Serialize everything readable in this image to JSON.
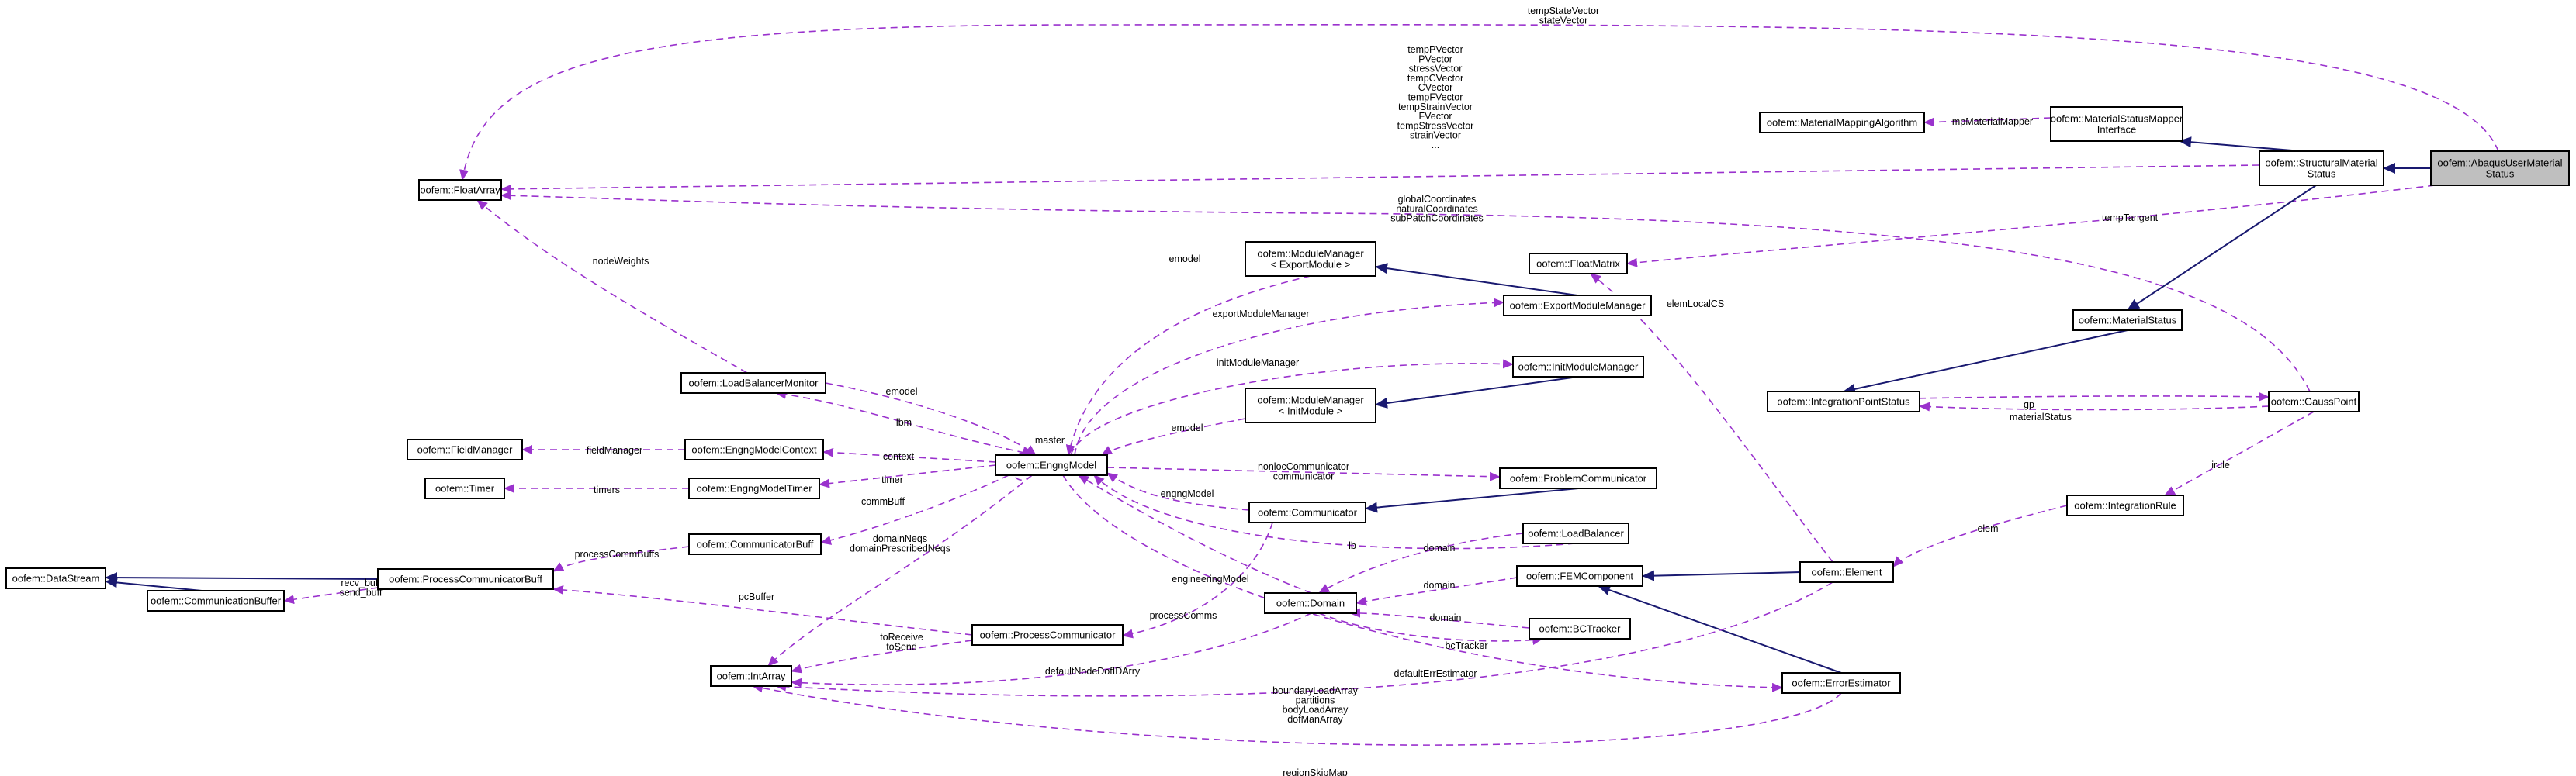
{
  "colors": {
    "usage_edge": "#9a32cd",
    "inheritance_edge": "#191970",
    "node_border": "#000000",
    "selected_node_fill": "#bfbfbf"
  },
  "nodes": {
    "abaqus": {
      "lines": [
        "oofem::AbaqusUserMaterial",
        "Status"
      ],
      "selected": true
    },
    "structural_status": {
      "lines": [
        "oofem::StructuralMaterial",
        "Status"
      ]
    },
    "msm_interface": {
      "lines": [
        "oofem::MaterialStatusMapper",
        "Interface"
      ]
    },
    "material_mapping": {
      "lines": [
        "oofem::MaterialMappingAlgorithm"
      ]
    },
    "float_array": {
      "lines": [
        "oofem::FloatArray"
      ]
    },
    "float_matrix": {
      "lines": [
        "oofem::FloatMatrix"
      ]
    },
    "material_status": {
      "lines": [
        "oofem::MaterialStatus"
      ]
    },
    "ip_status": {
      "lines": [
        "oofem::IntegrationPointStatus"
      ]
    },
    "gauss_point": {
      "lines": [
        "oofem::GaussPoint"
      ]
    },
    "integration_rule": {
      "lines": [
        "oofem::IntegrationRule"
      ]
    },
    "element": {
      "lines": [
        "oofem::Element"
      ]
    },
    "fem_component": {
      "lines": [
        "oofem::FEMComponent"
      ]
    },
    "error_estimator": {
      "lines": [
        "oofem::ErrorEstimator"
      ]
    },
    "bc_tracker": {
      "lines": [
        "oofem::BCTracker"
      ]
    },
    "domain": {
      "lines": [
        "oofem::Domain"
      ]
    },
    "load_balancer": {
      "lines": [
        "oofem::LoadBalancer"
      ]
    },
    "problem_comm": {
      "lines": [
        "oofem::ProblemCommunicator"
      ]
    },
    "communicator": {
      "lines": [
        "oofem::Communicator"
      ]
    },
    "process_comm": {
      "lines": [
        "oofem::ProcessCommunicator"
      ]
    },
    "int_array": {
      "lines": [
        "oofem::IntArray"
      ]
    },
    "engng_model": {
      "lines": [
        "oofem::EngngModel"
      ]
    },
    "module_mgr_export": {
      "lines": [
        "oofem::ModuleManager",
        "< ExportModule >"
      ]
    },
    "export_module_mgr": {
      "lines": [
        "oofem::ExportModuleManager"
      ]
    },
    "init_module_mgr": {
      "lines": [
        "oofem::InitModuleManager"
      ]
    },
    "module_mgr_init": {
      "lines": [
        "oofem::ModuleManager",
        "< InitModule >"
      ]
    },
    "load_balancer_monitor": {
      "lines": [
        "oofem::LoadBalancerMonitor"
      ]
    },
    "engng_model_context": {
      "lines": [
        "oofem::EngngModelContext"
      ]
    },
    "field_manager": {
      "lines": [
        "oofem::FieldManager"
      ]
    },
    "engng_model_timer": {
      "lines": [
        "oofem::EngngModelTimer"
      ]
    },
    "timer": {
      "lines": [
        "oofem::Timer"
      ]
    },
    "communicator_buff": {
      "lines": [
        "oofem::CommunicatorBuff"
      ]
    },
    "process_comm_buff": {
      "lines": [
        "oofem::ProcessCommunicatorBuff"
      ]
    },
    "data_stream": {
      "lines": [
        "oofem::DataStream"
      ]
    },
    "communication_buffer": {
      "lines": [
        "oofem::CommunicationBuffer"
      ]
    }
  },
  "edge_labels": {
    "temp_state_vector": [
      "tempStateVector",
      "stateVector"
    ],
    "structural_vectors": [
      "tempPVector",
      "PVector",
      "stressVector",
      "tempCVector",
      "CVector",
      "tempFVector",
      "tempStrainVector",
      "FVector",
      "tempStressVector",
      "strainVector",
      "..."
    ],
    "mp_material_mapper": [
      "mpMaterialMapper"
    ],
    "gauss_coords": [
      "globalCoordinates",
      "naturalCoordinates",
      "subPatchCoordinates"
    ],
    "temp_tangent": [
      "tempTangent"
    ],
    "node_weights": [
      "nodeWeights"
    ],
    "elem_local_cs": [
      "elemLocalCS"
    ],
    "emodel_export": [
      "emodel"
    ],
    "export_module_manager": [
      "exportModuleManager"
    ],
    "init_module_manager": [
      "initModuleManager"
    ],
    "emodel_init": [
      "emodel"
    ],
    "emodel_lbm": [
      "emodel"
    ],
    "lbm": [
      "lbm"
    ],
    "master": [
      "master"
    ],
    "gp": [
      "gp"
    ],
    "material_status": [
      "materialStatus"
    ],
    "irule": [
      "irule"
    ],
    "field_manager": [
      "fieldManager"
    ],
    "context": [
      "context"
    ],
    "timers": [
      "timers"
    ],
    "timer": [
      "timer"
    ],
    "nonloc_comm": [
      "nonlocCommunicator",
      "communicator"
    ],
    "engng_model": [
      "engngModel"
    ],
    "comm_buff": [
      "commBuff"
    ],
    "lb": [
      "lb"
    ],
    "process_comm_buffs": [
      "processCommBuffs"
    ],
    "recv_send_buff": [
      "recv_buff",
      "send_buff"
    ],
    "domain_neqs": [
      "domainNeqs",
      "domainPrescribedNeqs"
    ],
    "domain_lb": [
      "domain"
    ],
    "domain_fem": [
      "domain"
    ],
    "domain_bc": [
      "domain"
    ],
    "engineering_model": [
      "engineeringModel"
    ],
    "pc_buffer": [
      "pcBuffer"
    ],
    "elem": [
      "elem"
    ],
    "process_comms": [
      "processComms"
    ],
    "bc_tracker": [
      "bcTracker"
    ],
    "to_receive": [
      "toReceive",
      "toSend"
    ],
    "default_err_estimator": [
      "defaultErrEstimator"
    ],
    "default_node_dof": [
      "defaultNodeDofIDArry"
    ],
    "boundary_load_array": [
      "boundaryLoadArray",
      "partitions",
      "bodyLoadArray",
      "dofManArray"
    ],
    "region_skip_map": [
      "regionSkipMap"
    ]
  }
}
